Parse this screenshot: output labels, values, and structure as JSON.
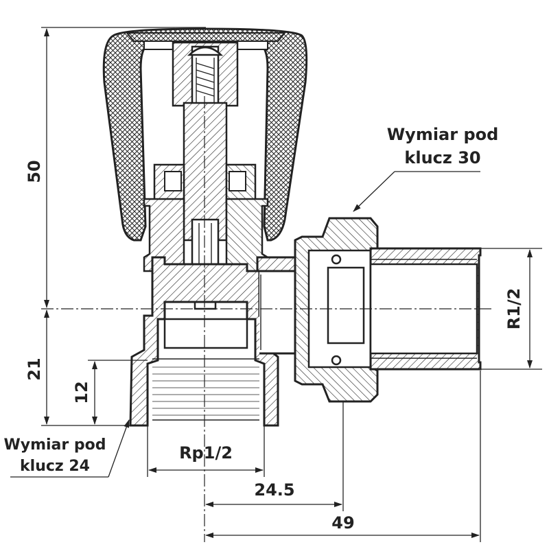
{
  "labels": {
    "wrench_top_line1": "Wymiar pod",
    "wrench_top_line2": "klucz 30",
    "wrench_bottom_line1": "Wymiar pod",
    "wrench_bottom_line2": "klucz 24",
    "thread_outlet": "R1/2",
    "thread_inlet": "Rp1/2"
  },
  "dimensions": {
    "height_total": "50",
    "height_axis": "21",
    "thread_depth": "12",
    "offset_axis": "24.5",
    "length_total": "49"
  },
  "colors": {
    "line": "#222222",
    "background": "#ffffff"
  }
}
